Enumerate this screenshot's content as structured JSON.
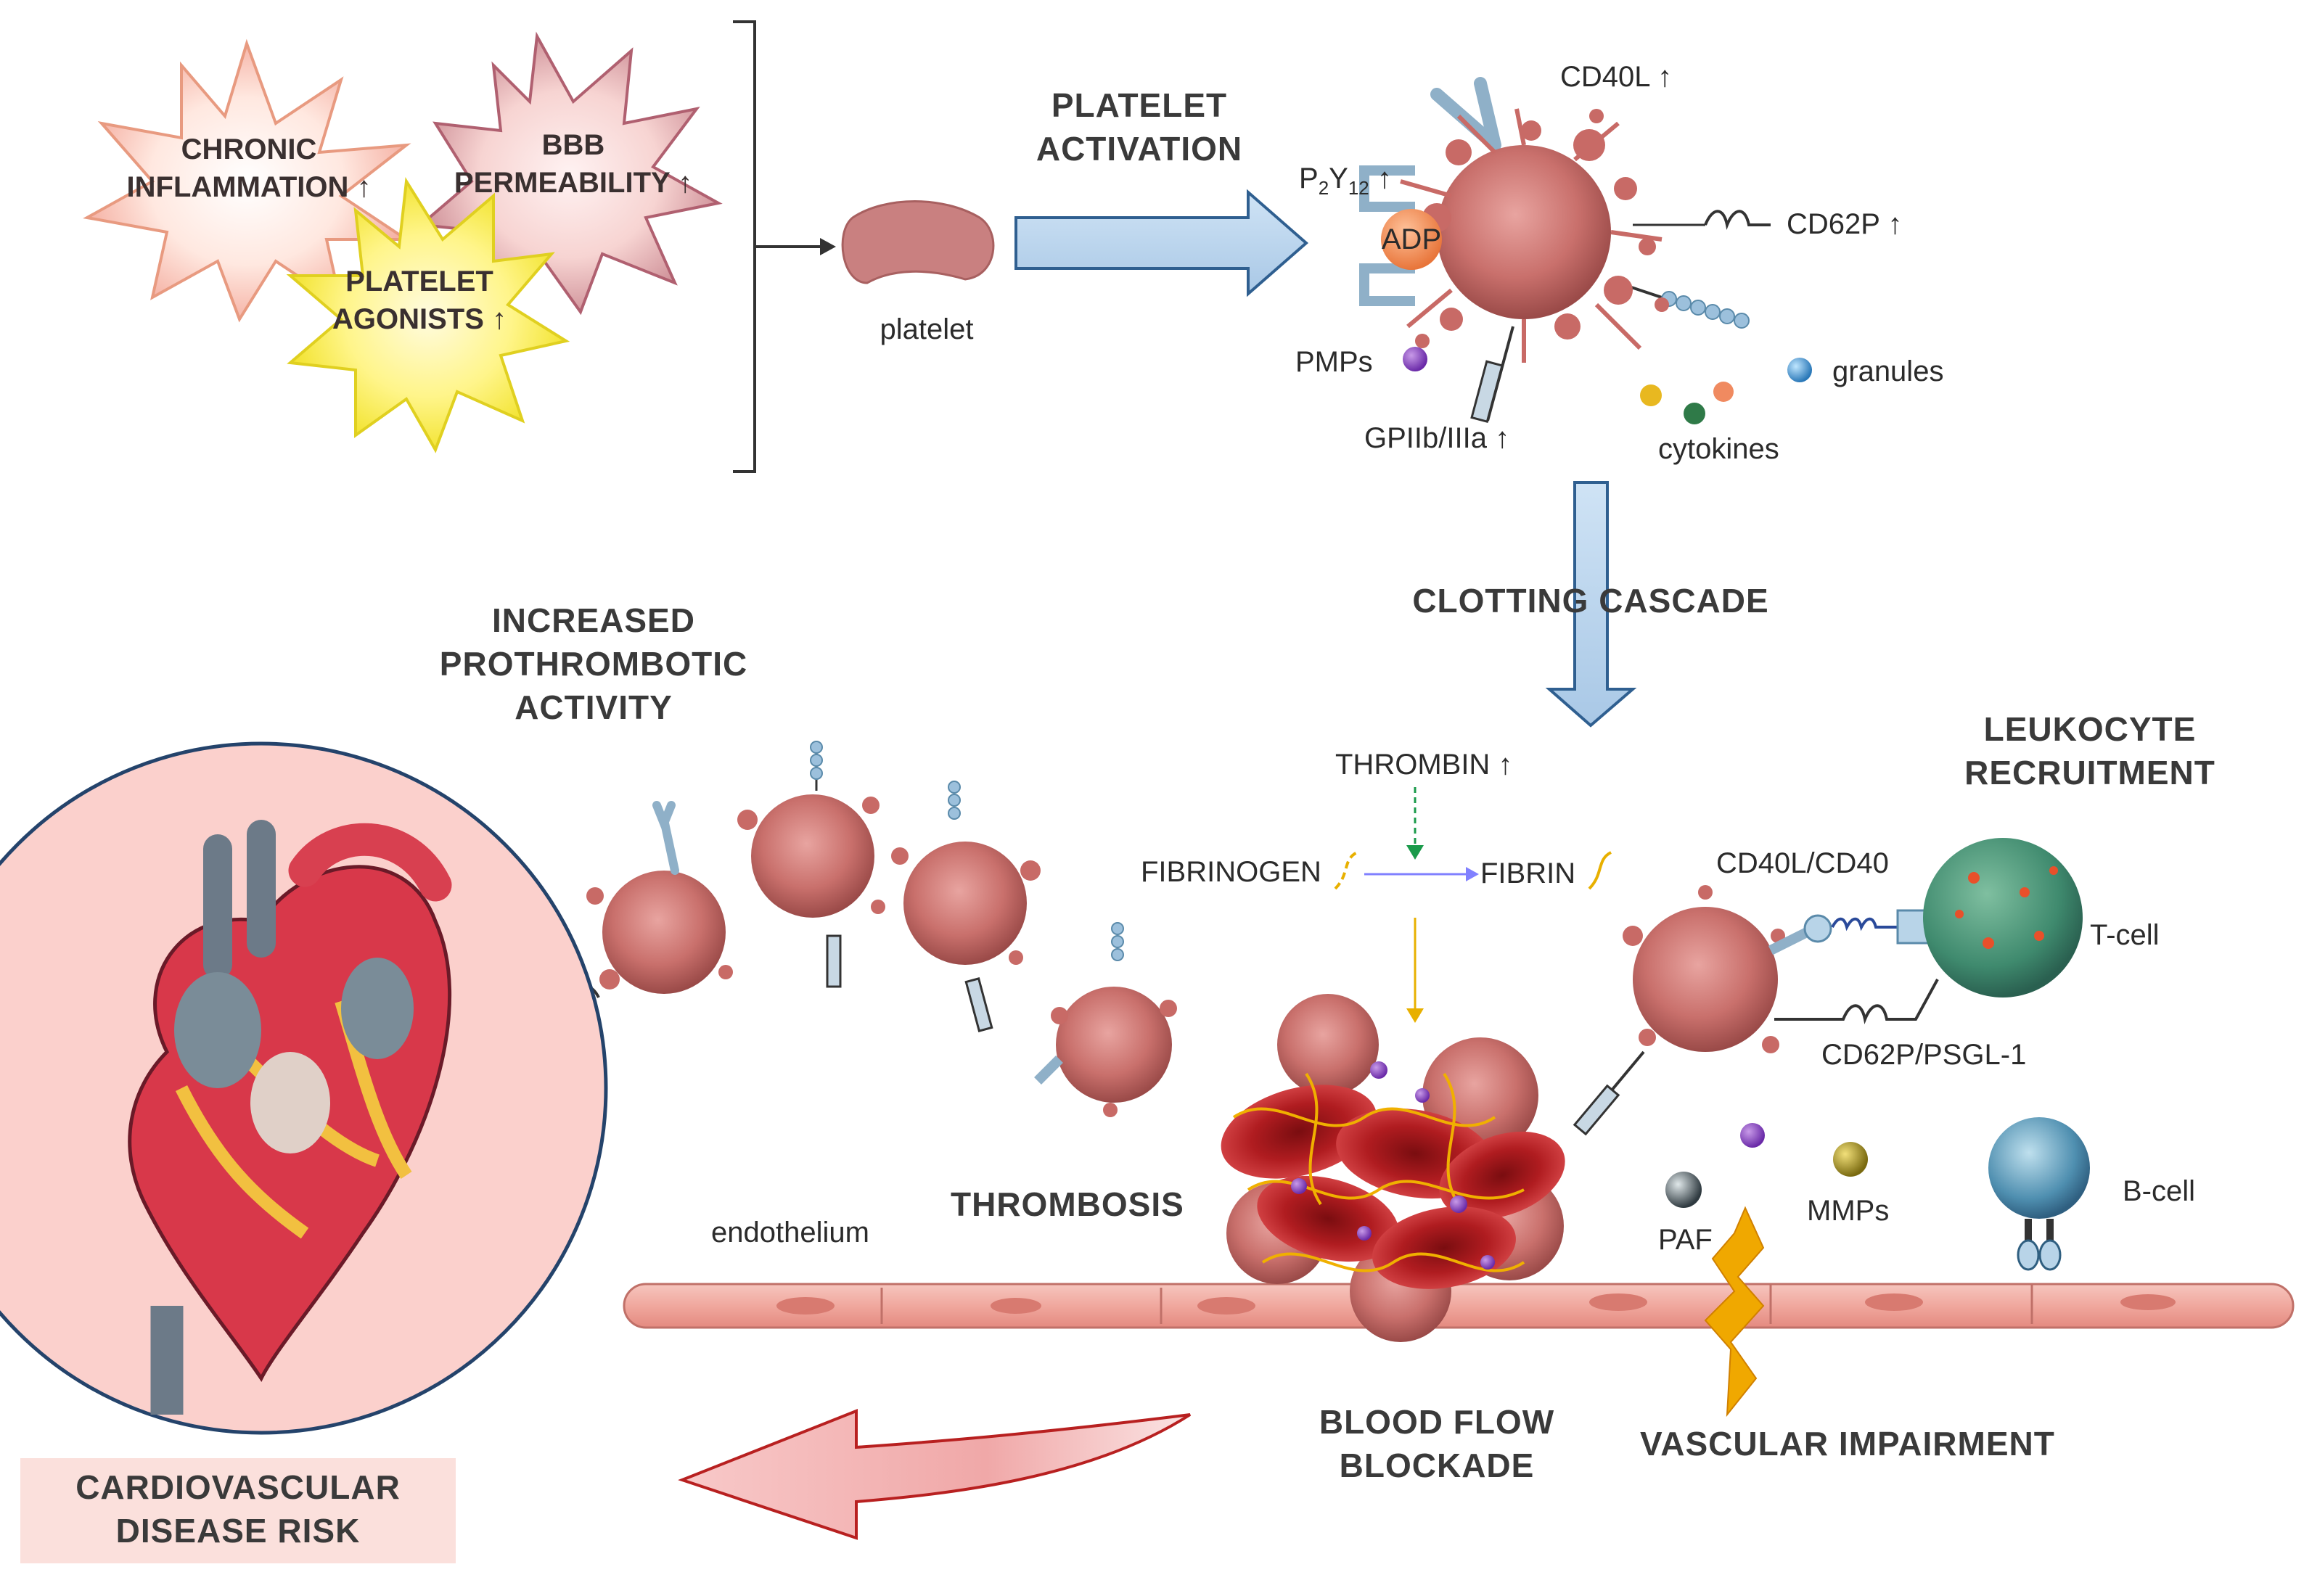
{
  "triggers": {
    "chronic_inflammation": [
      "CHRONIC",
      "INFLAMMATION ↑"
    ],
    "bbb_permeability": [
      "BBB",
      "PERMEABILITY ↑"
    ],
    "platelet_agonists": [
      "PLATELET",
      "AGONISTS ↑"
    ]
  },
  "platelet_label": "platelet",
  "activation": {
    "title": [
      "PLATELET",
      "ACTIVATION"
    ],
    "cd40l": "CD40L ↑",
    "p2y12": {
      "base": "P",
      "sub1": "2",
      "mid": "Y",
      "sub2": "12",
      "tail": " ↑"
    },
    "adp": "ADP",
    "cd62p": "CD62P ↑",
    "pmps": "PMPs",
    "granules": "granules",
    "cytokines": "cytokines",
    "gpiib": "GPIIb/IIIa ↑"
  },
  "clotting": {
    "title": "CLOTTING CASCADE",
    "thrombin": "THROMBIN ↑",
    "fibrinogen": "FIBRINOGEN",
    "fibrin": "FIBRIN"
  },
  "prothrombotic": [
    "INCREASED",
    "PROTHROMBOTIC",
    "ACTIVITY"
  ],
  "leukocyte": {
    "title": [
      "LEUKOCYTE",
      "RECRUITMENT"
    ],
    "cd40": "CD40L/CD40",
    "tcell": "T-cell",
    "psgl": "CD62P/PSGL-1",
    "bcell": "B-cell"
  },
  "labels": {
    "thrombosis": "THROMBOSIS",
    "endothelium": "endothelium",
    "paf": "PAF",
    "mmps": "MMPs",
    "blockade": [
      "BLOOD FLOW",
      "BLOCKADE"
    ],
    "vascular": "VASCULAR IMPAIRMENT",
    "cvd": [
      "CARDIOVASCULAR",
      "DISEASE RISK"
    ]
  }
}
